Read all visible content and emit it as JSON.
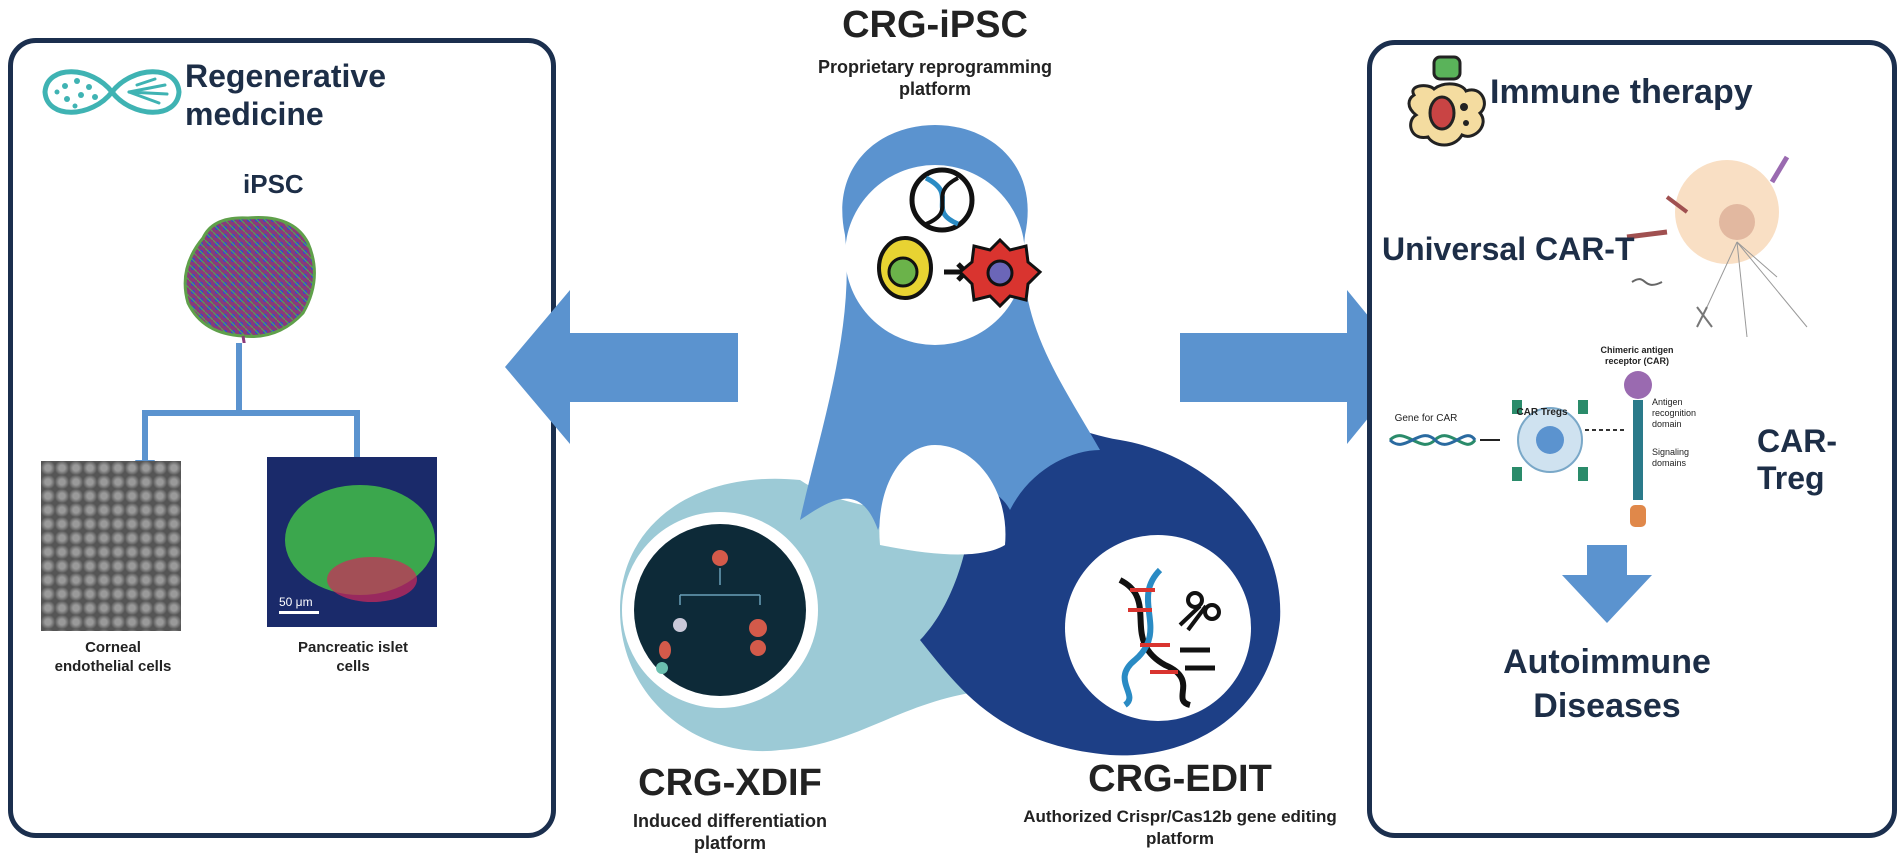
{
  "center": {
    "top_title": "CRG-iPSC",
    "top_subtitle": "Proprietary reprogramming platform",
    "left_title": "CRG-XDIF",
    "left_subtitle": "Induced differentiation platform",
    "right_title": "CRG-EDIT",
    "right_subtitle": "Authorized Crispr/Cas12b gene editing platform"
  },
  "left_panel": {
    "title": "Regenerative medicine",
    "ipsc_label": "iPSC",
    "corneal_label": "Corneal endothelial cells",
    "islet_label": "Pancreatic islet cells",
    "scale_bar": "50 μm"
  },
  "right_panel": {
    "title": "Immune therapy",
    "car_t_label": "Universal CAR-T",
    "car_treg_label": "CAR-Treg",
    "autoimmune_label": "Autoimmune Diseases",
    "schematic": {
      "gene_for_car": "Gene for CAR",
      "car_tregs": "CAR Tregs",
      "chimeric": "Chimeric antigen receptor (CAR)",
      "antigen_domain": "Antigen recognition domain",
      "signaling_domains": "Signaling domains"
    }
  },
  "colors": {
    "frame": "#1b2f4e",
    "arrow": "#5b93cf",
    "ipsc_lobe": "#5b93cf",
    "xdif_lobe": "#9ccad6",
    "edit_lobe": "#1d3f86"
  }
}
